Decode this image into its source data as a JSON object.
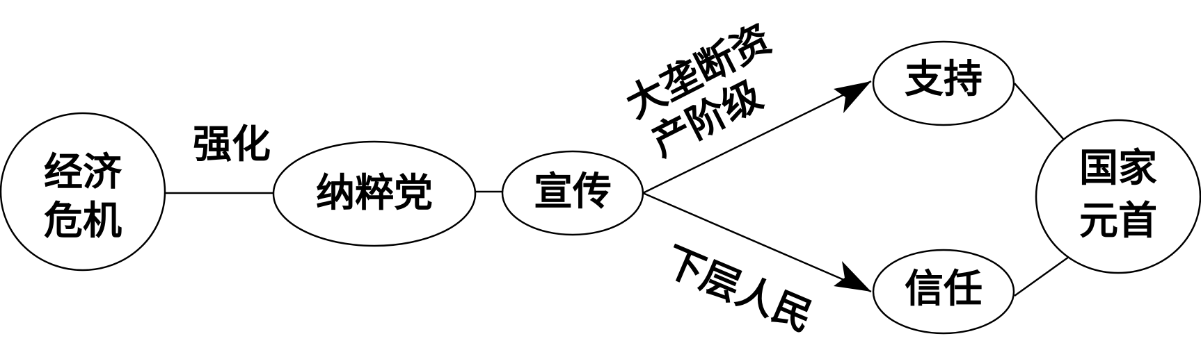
{
  "nodes": {
    "economic_crisis": [
      "经济",
      "危机"
    ],
    "nazi_party": "纳粹党",
    "propaganda": "宣传",
    "support": "支持",
    "trust": "信任",
    "head_of_state": [
      "国家",
      "元首"
    ]
  },
  "edges": {
    "strengthen": "强化",
    "big_monopoly_bourgeoisie": [
      "大垄断资",
      "产阶级"
    ],
    "lower_class_people": "下层人民"
  },
  "colors": {
    "stroke": "#000000",
    "fill": "#ffffff"
  }
}
